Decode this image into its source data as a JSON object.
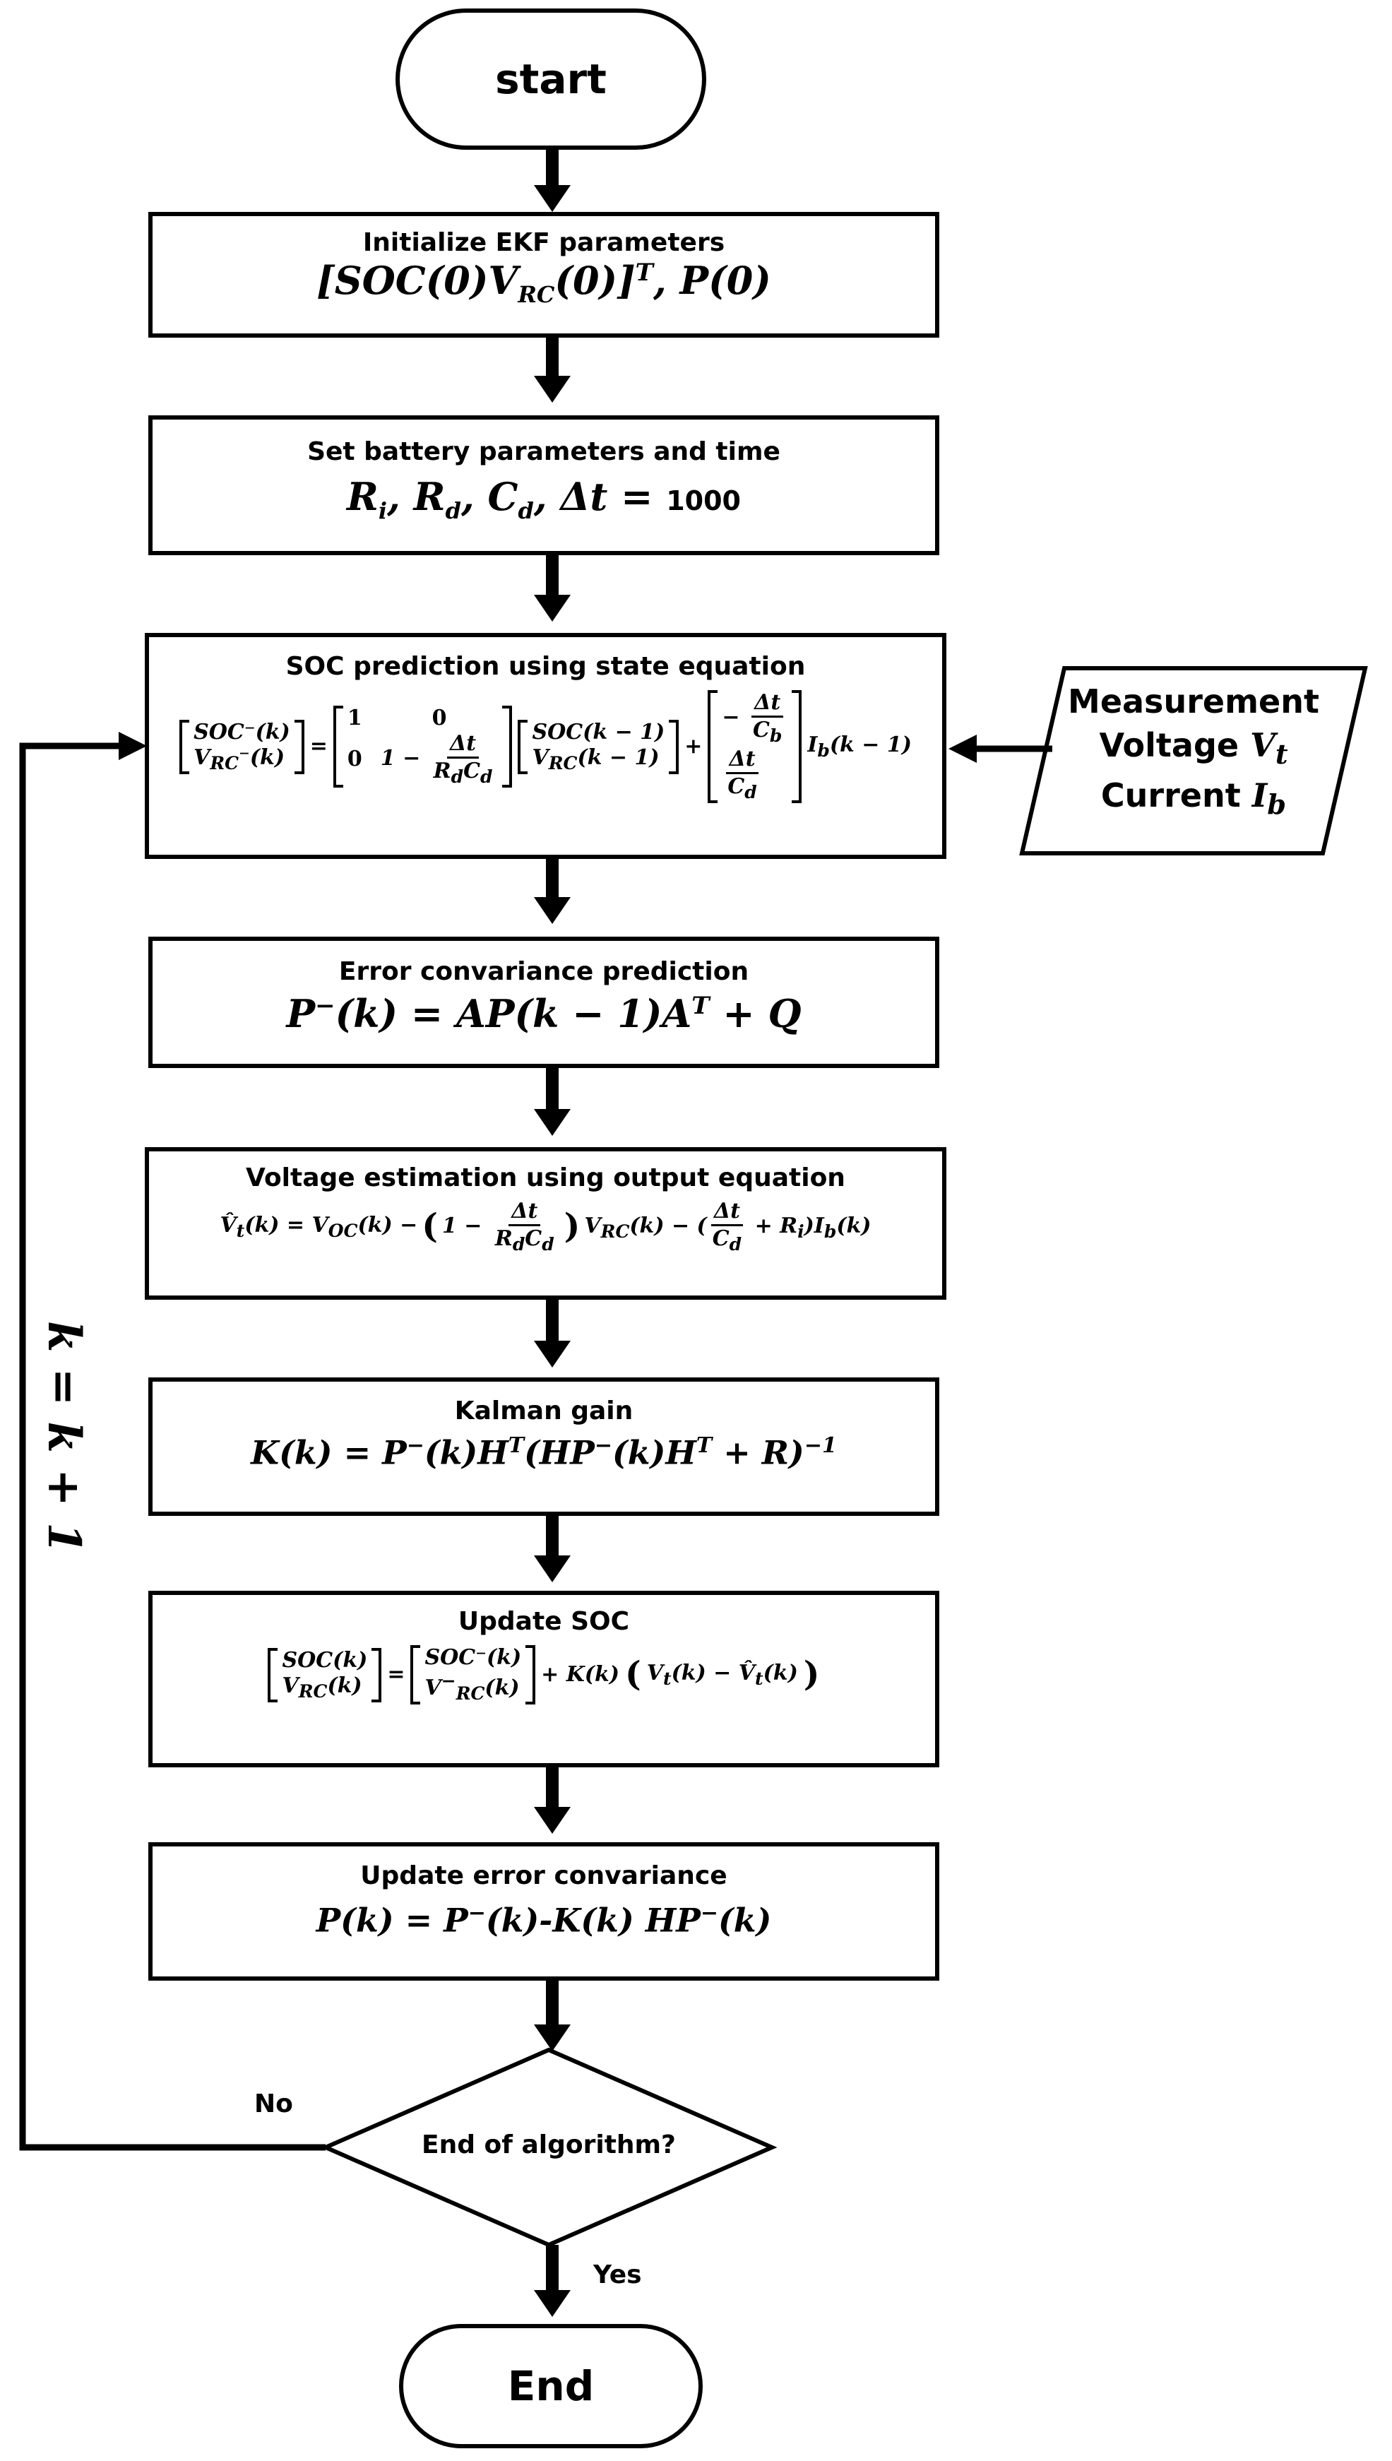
{
  "diagram": {
    "start_label": "start",
    "end_label": "End",
    "steps": [
      {
        "title": "Initialize EKF  parameters",
        "equation": "[SOC(0)V_RC(0)]^T, P(0)"
      },
      {
        "title": "Set battery parameters and time",
        "equation": "R_i, R_d, C_d, Δt = 1000"
      },
      {
        "title": "SOC prediction using state equation",
        "equation": "[SOC⁻(k); V_RC⁻(k)] = [1 0; 0 1 − Δt/(R_d C_d)] [SOC(k − 1); V_RC(k − 1)] + [−Δt/C_b; Δt/C_d] I_b(k − 1)"
      },
      {
        "title": "Error convariance prediction",
        "equation": "P⁻(k) = AP(k − 1)A^T + Q"
      },
      {
        "title": "Voltage estimation using output equation",
        "equation": "V̂_t(k) = V_OC(k) − (1 − Δt/(R_d C_d)) V_RC(k) − (Δt/C_d + R_i) I_b(k)"
      },
      {
        "title": "Kalman gain",
        "equation": "K(k) = P⁻(k)H^T(HP⁻(k)H^T + R)⁻¹"
      },
      {
        "title": "Update SOC",
        "equation": "[SOC(k); V_RC(k)] = [SOC⁻(k); V⁻_RC(k)] + K(k)(V_t(k) − V̂_t(k))"
      },
      {
        "title": "Update error convariance",
        "equation": "P(k) = P⁻(k)-K(k) HP⁻(k)"
      }
    ],
    "decision": {
      "question": "End of algorithm?",
      "no_label": "No",
      "yes_label": "Yes"
    },
    "loop_label": "k = k + 1",
    "input": {
      "line1": "Measurement",
      "line2": "Voltage V_t",
      "line3": "Current I_b"
    }
  }
}
